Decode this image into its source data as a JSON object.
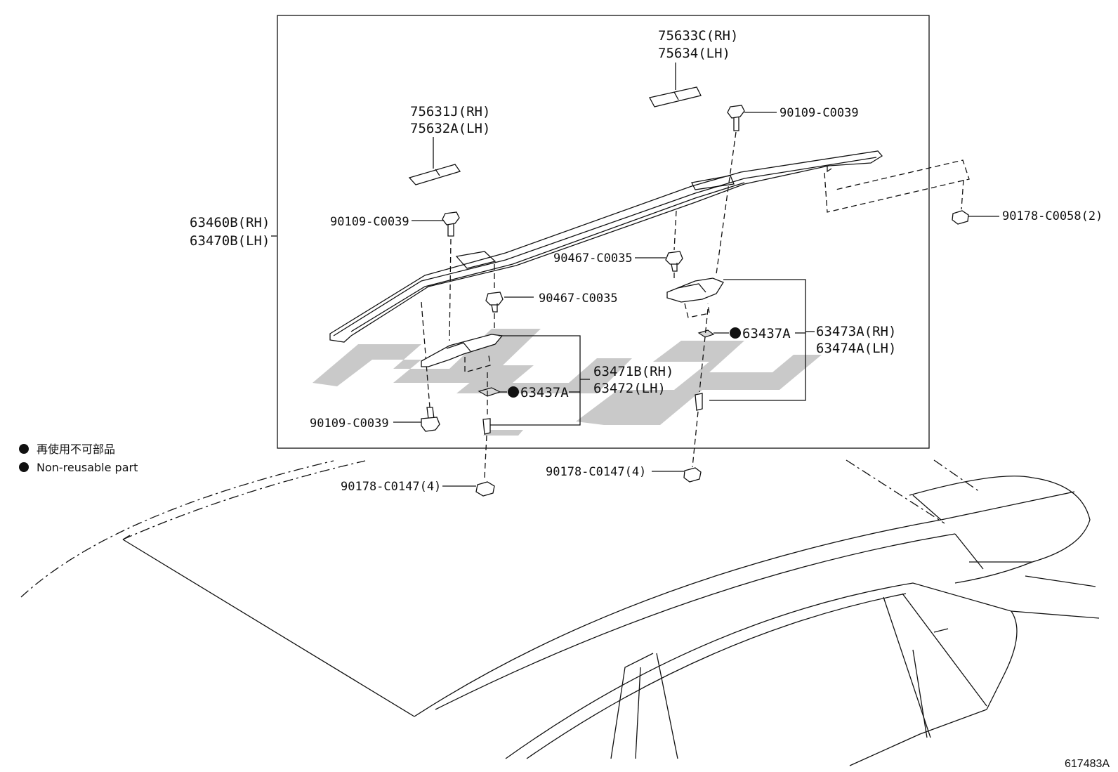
{
  "diagram": {
    "code": "617483A",
    "legend": {
      "line_jp": "再使用不可部品",
      "line_en": "Non-reusable part"
    },
    "labels": {
      "roof_rail_rh": "63460B(RH)",
      "roof_rail_lh": "63470B(LH)",
      "cover_front_rh": "75631J(RH)",
      "cover_front_lh": "75632A(LH)",
      "cover_rear_rh": "75633C(RH)",
      "cover_rear_lh": "75634(LH)",
      "screw_top_right": "90109-C0039",
      "screw_left": "90109-C0039",
      "screw_bottom_left": "90109-C0039",
      "clip_left": "90467-C0035",
      "clip_center": "90467-C0035",
      "nut_right": "90178-C0058(2)",
      "nut_bottom_left": "90178-C0147(4)",
      "nut_bottom_center": "90178-C0147(4)",
      "gasket_left": "63437A",
      "gasket_right": "63437A",
      "bracket_front_rh": "63471B(RH)",
      "bracket_front_lh": "63472(LH)",
      "bracket_rear_rh": "63473A(RH)",
      "bracket_rear_lh": "63474A(LH)"
    }
  }
}
